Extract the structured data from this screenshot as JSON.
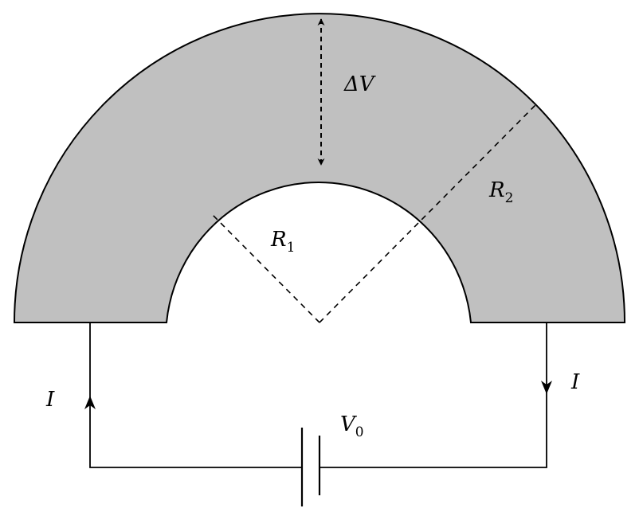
{
  "colors": {
    "shell_fill": "#c0c0c0",
    "stroke": "#000000",
    "background": "#ffffff"
  },
  "labels": {
    "delta_v": {
      "symbol": "ΔV"
    },
    "r1": {
      "symbol": "R",
      "subscript": "1"
    },
    "r2": {
      "symbol": "R",
      "subscript": "2"
    },
    "v0": {
      "symbol": "V",
      "subscript": "0"
    },
    "current_left": {
      "symbol": "I"
    },
    "current_right": {
      "symbol": "I"
    }
  }
}
